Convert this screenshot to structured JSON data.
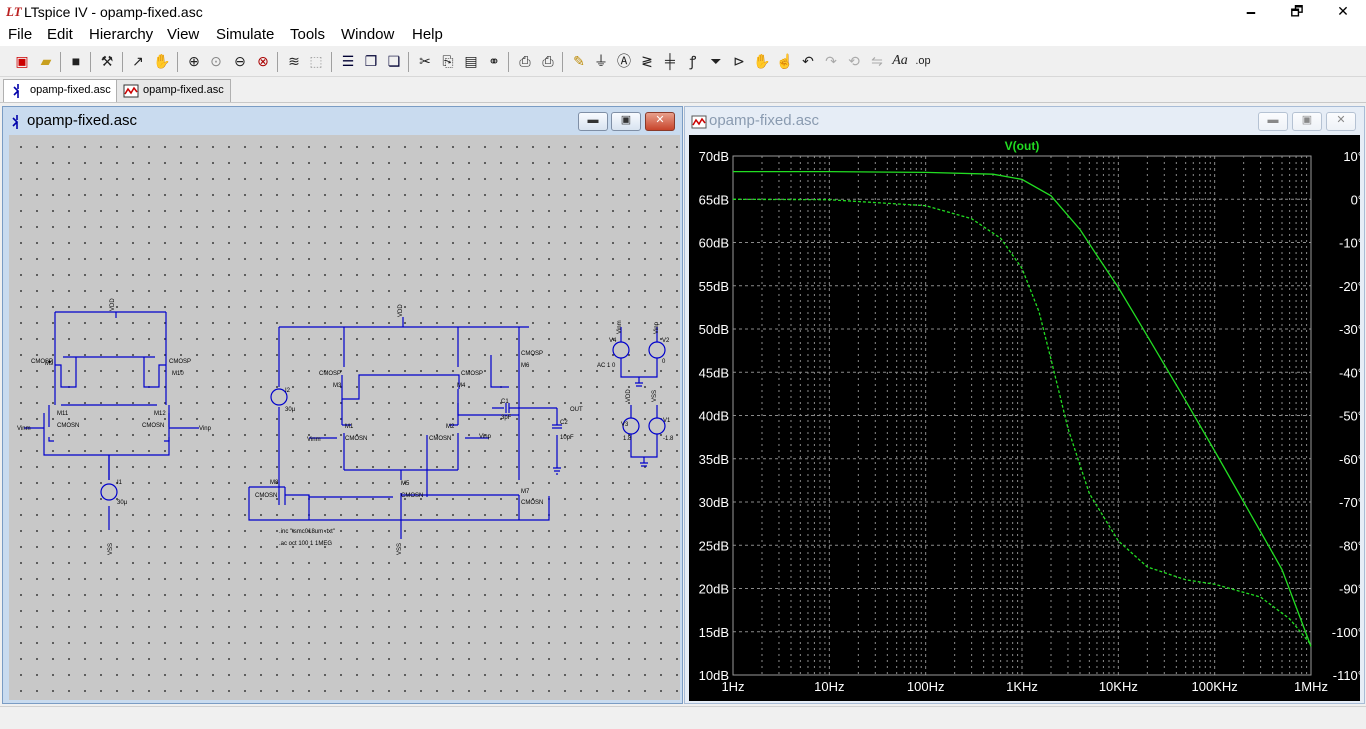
{
  "window": {
    "title": "LTspice IV - opamp-fixed.asc",
    "minimize": "🗕",
    "maximize": "🗗",
    "close": "✕"
  },
  "menu": [
    "File",
    "Edit",
    "Hierarchy",
    "View",
    "Simulate",
    "Tools",
    "Window",
    "Help"
  ],
  "toolbar_icons": [
    "new-schematic-icon",
    "open-folder-icon",
    "save-icon",
    "control-panel-icon",
    "run-icon",
    "pan-hand-icon",
    "zoom-in-icon",
    "zoom-out-pan-icon",
    "zoom-out-icon",
    "zoom-cancel-icon",
    "autorange-icon",
    "zoom-fit-icon",
    "tile-horizontal-icon",
    "cascade-icon",
    "tile-vertical-icon",
    "cut-icon",
    "copy-icon",
    "paste-icon",
    "find-icon",
    "print-setup-icon",
    "print-icon",
    "wire-icon",
    "ground-icon",
    "label-net-icon",
    "resistor-icon",
    "capacitor-icon",
    "inductor-icon",
    "diode-icon",
    "component-icon",
    "move-icon",
    "drag-icon",
    "undo-icon",
    "redo-icon",
    "rotate-icon",
    "mirror-icon",
    "text-icon",
    "spice-directive-icon"
  ],
  "tabs": [
    {
      "label": "opamp-fixed.asc"
    },
    {
      "label": "opamp-fixed.asc"
    }
  ],
  "schematic_window": {
    "title": "opamp-fixed.asc",
    "labels": {
      "vdd1": "VDD",
      "vdd2": "VDD",
      "vdd3": "VDD",
      "vss1": "VSS",
      "vss2": "VSS",
      "vss3": "VSS",
      "m9": "M9",
      "m10": "M10",
      "m11": "M11",
      "m12": "M12",
      "m1": "M1",
      "m2": "M2",
      "m3": "M3",
      "m4": "M4",
      "m5": "M5",
      "m6": "M6",
      "m7": "M7",
      "m8": "M8",
      "cmosp1": "CMOSP",
      "cmosp2": "CMOSP",
      "cmosp3": "CMOSP",
      "cmosp4": "CMOSP",
      "cmosp5": "CMOSP",
      "cmosn1": "CMOSN",
      "cmosn2": "CMOSN",
      "cmosn3": "CMOSN",
      "cmosn4": "CMOSN",
      "cmosn5": "CMOSN",
      "cmosn6": "CMOSN",
      "cmosn7": "CMOSN",
      "vinm1": "Vinm",
      "vinp1": "Vinp",
      "vinm2": "Vinm",
      "vinp2": "Vinp",
      "vinp3": "Vinp",
      "vinm3": "Vinm",
      "i1": "I1",
      "i1val": "30µ",
      "i2": "I2",
      "i2val": "30µ",
      "c1": "C1",
      "c1val": "3pF",
      "c2": "C2",
      "c2val": "10pF",
      "out": "OUT",
      "v1": "V1",
      "v1val": "-1.8",
      "v2": "V2",
      "v2val": "0",
      "v3": "V3",
      "v3val": "1.8",
      "v4": "V4",
      "v4val": "AC 1 0",
      "inc": ".inc \"tsmc018um .txt\"",
      "ac": ".ac oct 100 1 1MEG"
    }
  },
  "waveform_window": {
    "title": "opamp-fixed.asc",
    "trace_label": "V(out)"
  },
  "colors": {
    "trace": "#22dd22",
    "grid": "#8a8a8a",
    "axis_text": "#ffffff",
    "wire": "#0000cc"
  },
  "chart_data": {
    "type": "line",
    "title": "V(out)",
    "x_scale": "log",
    "xlim": [
      1,
      1000000
    ],
    "x_ticks": [
      "1Hz",
      "10Hz",
      "100Hz",
      "1KHz",
      "10KHz",
      "100KHz",
      "1MHz"
    ],
    "y_left_ticks": [
      "70dB",
      "65dB",
      "60dB",
      "55dB",
      "50dB",
      "45dB",
      "40dB",
      "35dB",
      "30dB",
      "25dB",
      "20dB",
      "15dB",
      "10dB"
    ],
    "y_right_ticks": [
      "10°",
      "0°",
      "-10°",
      "-20°",
      "-30°",
      "-40°",
      "-50°",
      "-60°",
      "-70°",
      "-80°",
      "-90°",
      "-100°",
      "-110°"
    ],
    "ylim_db": [
      10,
      70
    ],
    "ylim_deg": [
      -110,
      10
    ],
    "grid": true,
    "series": [
      {
        "name": "V(out)",
        "unit": "dB",
        "style": "solid",
        "x": [
          1,
          10,
          100,
          500,
          1000,
          2000,
          4000,
          6000,
          10000,
          20000,
          50000,
          100000,
          200000,
          500000,
          1000000
        ],
        "y": [
          68.2,
          68.2,
          68.1,
          67.9,
          67.3,
          65.4,
          61.5,
          58.5,
          54.8,
          49.2,
          41.7,
          35.9,
          30.0,
          22.2,
          13.3
        ]
      },
      {
        "name": "V(out)",
        "unit": "deg",
        "style": "dashed",
        "x": [
          1,
          10,
          100,
          300,
          600,
          1000,
          1500,
          2000,
          3000,
          5000,
          10000,
          20000,
          50000,
          100000,
          300000,
          600000,
          1000000
        ],
        "y": [
          0,
          -0.1,
          -1.5,
          -4.5,
          -9,
          -16,
          -26,
          -37,
          -53,
          -68,
          -79,
          -85,
          -88,
          -89,
          -92,
          -97,
          -103
        ]
      }
    ]
  }
}
